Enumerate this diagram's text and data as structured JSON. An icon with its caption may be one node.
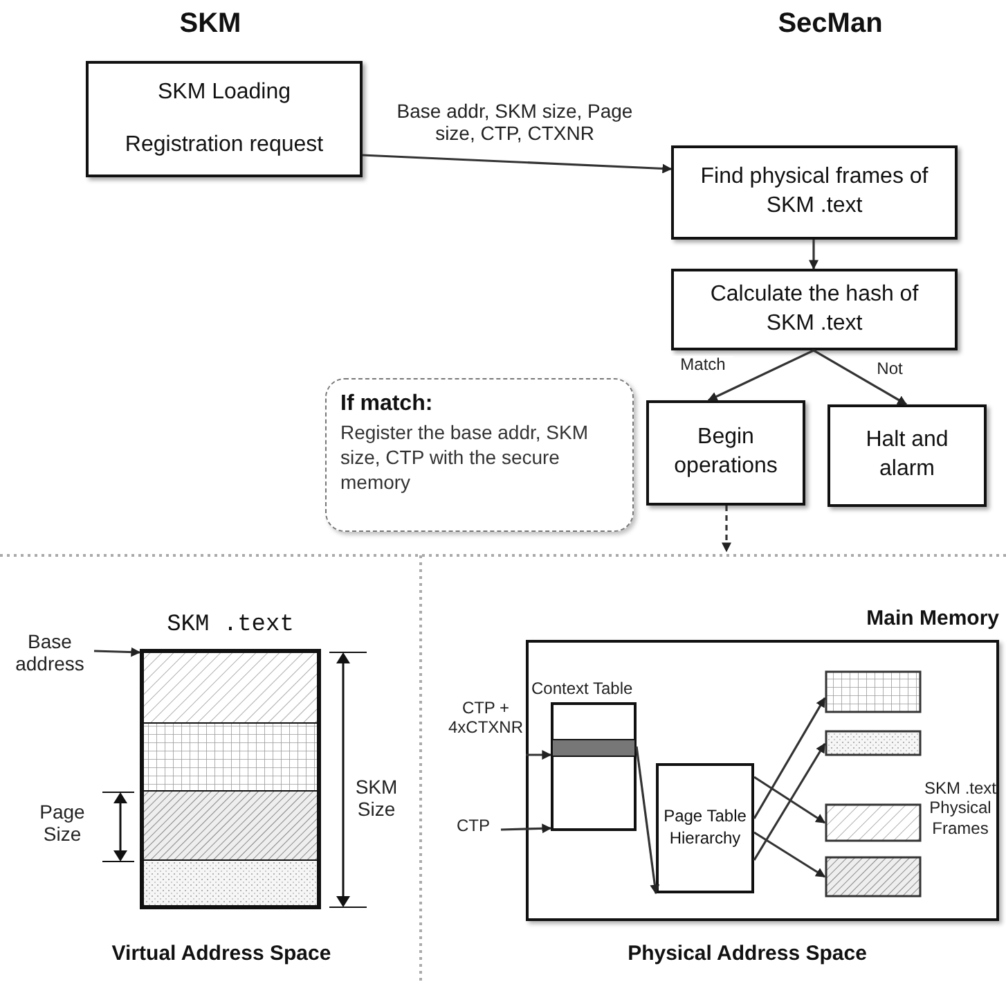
{
  "diagram": {
    "nodes": [
      {
        "text": [
          "SKM Loading",
          "Registration request"
        ]
      },
      {
        "text": [
          "Find physical frames of SKM .text"
        ]
      },
      {
        "text": [
          "Calculate the hash of SKM .text"
        ]
      },
      {
        "text": [
          "If match:",
          "Register the base addr, SKM size, CTP with the secure memory"
        ]
      },
      {
        "text": [
          "Begin operations"
        ]
      },
      {
        "text": [
          "Halt and alarm"
        ]
      },
      {
        "text": [
          "Base address"
        ]
      },
      {
        "text": [
          "SKM .text"
        ]
      },
      {
        "text": [
          "CTP + 4xCTXNR"
        ]
      },
      {
        "text": [
          "CTP"
        ]
      },
      {
        "text": [
          "Main Memory"
        ]
      },
      {
        "text": [
          "Context Table"
        ],
        "in": 10
      },
      {
        "text": [
          "Page Table Hierarchy"
        ],
        "in": 10
      },
      {
        "text": [],
        "shape": "box",
        "in": 10
      },
      {
        "text": [],
        "shape": "box",
        "in": 10
      },
      {
        "text": [],
        "shape": "box",
        "in": 10
      },
      {
        "text": [],
        "shape": "box",
        "in": 10
      }
    ],
    "edges": [
      {
        "from": 0,
        "to": 1,
        "arrow": "to",
        "label": "Base addr, SKM size, Page size, CTP, CTXNR"
      },
      {
        "from": 1,
        "to": 2,
        "arrow": "to"
      },
      {
        "from": 2,
        "to": 4,
        "arrow": "to",
        "label": "Match"
      },
      {
        "from": 2,
        "to": 5,
        "arrow": "to",
        "label": "Not"
      },
      {
        "from": 4,
        "to": null,
        "arrow": "to",
        "style": "dashed"
      },
      {
        "from": 6,
        "to": 7,
        "arrow": "to"
      },
      {
        "from": 8,
        "to": 11,
        "arrow": "to"
      },
      {
        "from": 9,
        "to": 11,
        "arrow": "to"
      },
      {
        "from": 11,
        "to": 12,
        "arrow": "to"
      },
      {
        "from": 12,
        "to": 13,
        "arrow": "to"
      },
      {
        "from": 12,
        "to": 14,
        "arrow": "to"
      },
      {
        "from": 12,
        "to": 15,
        "arrow": "to"
      },
      {
        "from": 12,
        "to": 16,
        "arrow": "to"
      }
    ],
    "labels": [
      "SKM",
      "SecMan",
      "Page Size",
      "SKM Size",
      "SKM .text Physical Frames",
      "Virtual Address Space",
      "Physical Address Space"
    ]
  }
}
